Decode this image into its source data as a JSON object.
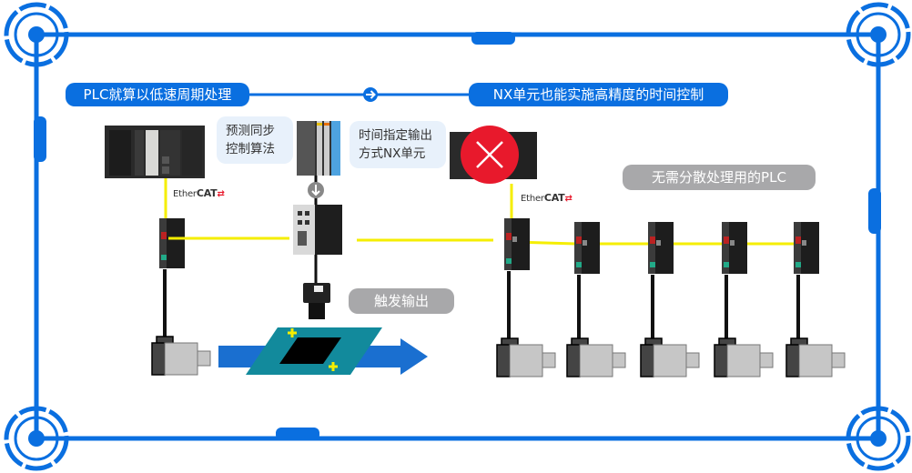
{
  "colors": {
    "frame_blue": "#0a6fe0",
    "ethercat_line": "#f5ee00",
    "cable": "#111111",
    "label_gray": "#a8a8aa",
    "note_bg": "#e8f1fb",
    "error_red": "#e8192c",
    "conveyor_blue": "#1a6fd0",
    "board_teal": "#128a9c"
  },
  "headers": {
    "left_label": "PLC就算以低速周期处理",
    "right_label": "NX单元也能实施高精度的时间控制",
    "connector_icon": "arrow-right-circle-icon"
  },
  "notes": {
    "sync_algorithm": [
      "预测同步",
      "控制算法"
    ],
    "timed_output": [
      "时间指定输出",
      "方式NX单元"
    ]
  },
  "labels": {
    "trigger_output": "触发输出",
    "no_plc_needed": "无需分散处理用的PLC",
    "ethercat_prefix": "Ether",
    "ethercat_suffix": "CAT"
  },
  "icons": {
    "down_arrow": "arrow-down-circle-icon",
    "forbidden": "x-circle-icon"
  },
  "left_system": {
    "servo_drive_count": 1,
    "servo_motor_count": 1
  },
  "right_system": {
    "servo_drive_count": 5,
    "servo_motor_count": 5
  }
}
